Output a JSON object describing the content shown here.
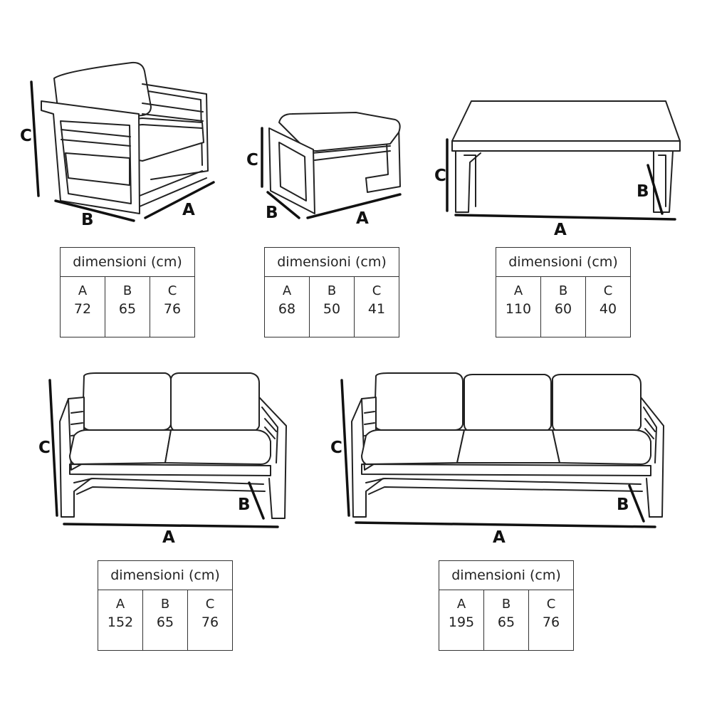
{
  "tables": [
    {
      "header": "dimensioni (cm)",
      "labels": [
        "A",
        "B",
        "C"
      ],
      "values": [
        "72",
        "65",
        "76"
      ]
    },
    {
      "header": "dimensioni (cm)",
      "labels": [
        "A",
        "B",
        "C"
      ],
      "values": [
        "68",
        "50",
        "41"
      ]
    },
    {
      "header": "dimensioni (cm)",
      "labels": [
        "A",
        "B",
        "C"
      ],
      "values": [
        "110",
        "60",
        "40"
      ]
    },
    {
      "header": "dimensioni (cm)",
      "labels": [
        "A",
        "B",
        "C"
      ],
      "values": [
        "152",
        "65",
        "76"
      ]
    },
    {
      "header": "dimensioni (cm)",
      "labels": [
        "A",
        "B",
        "C"
      ],
      "values": [
        "195",
        "65",
        "76"
      ]
    }
  ],
  "dim_labels": {
    "a": "A",
    "b": "B",
    "c": "C"
  }
}
